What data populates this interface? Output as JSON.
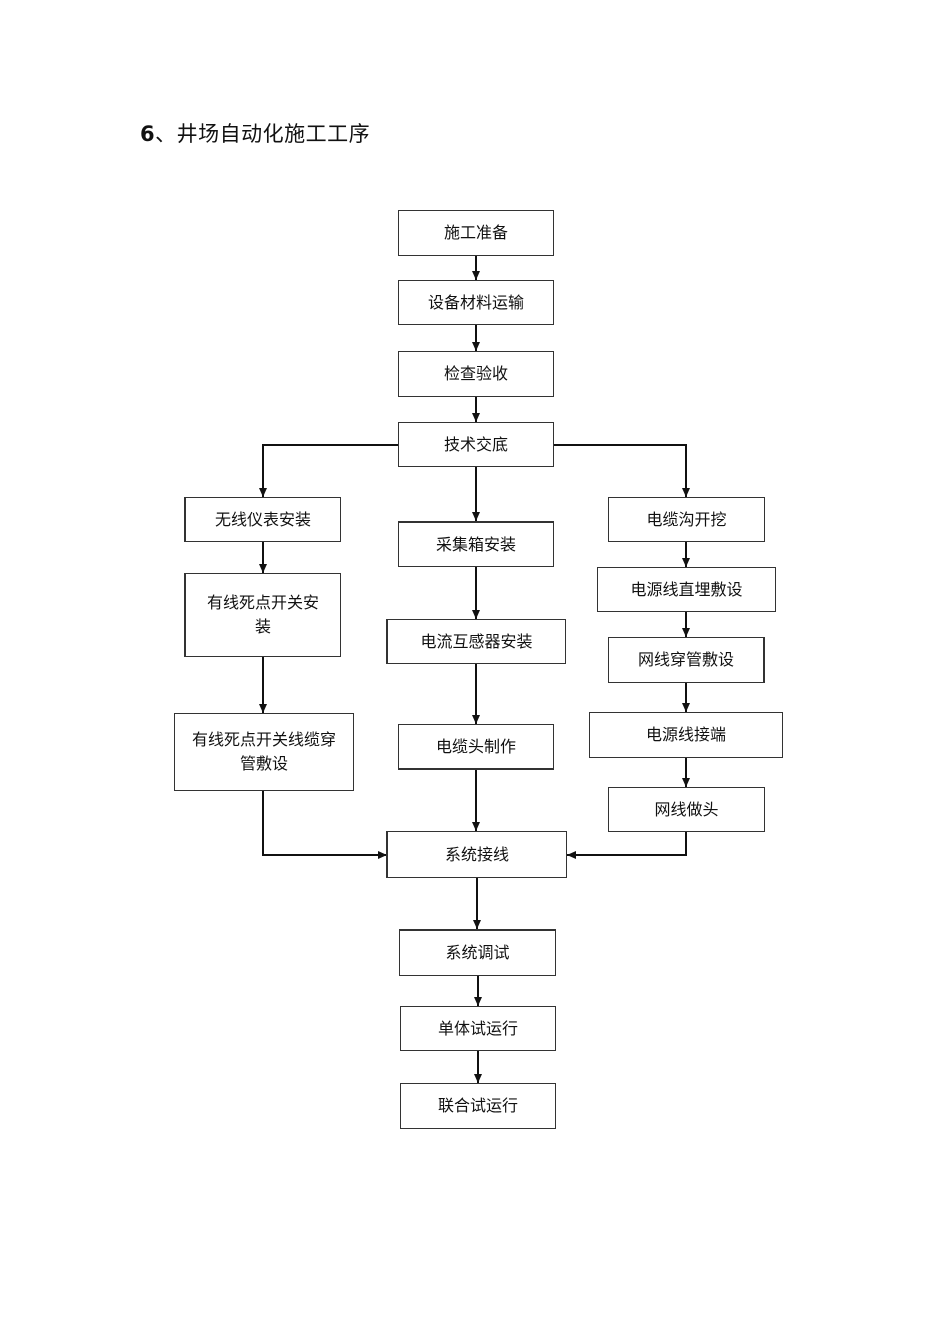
{
  "heading": {
    "number": "6",
    "separator": "、",
    "text": "井场自动化施工工序"
  },
  "steps": {
    "s1": "施工准备",
    "s2": "设备材料运输",
    "s3": "检查验收",
    "s4": "技术交底",
    "l1": "无线仪表安装",
    "l2": "有线死点开关安装",
    "l3": "有线死点开关线缆穿管敷设",
    "m1": "采集箱安装",
    "m2": "电流互感器安装",
    "m3": "电缆头制作",
    "r1": "电缆沟开挖",
    "r2": "电源线直埋敷设",
    "r3": "网线穿管敷设",
    "r4": "电源线接端",
    "r5": "网线做头",
    "j1": "系统接线",
    "j2": "系统调试",
    "j3": "单体试运行",
    "j4": "联合试运行"
  }
}
